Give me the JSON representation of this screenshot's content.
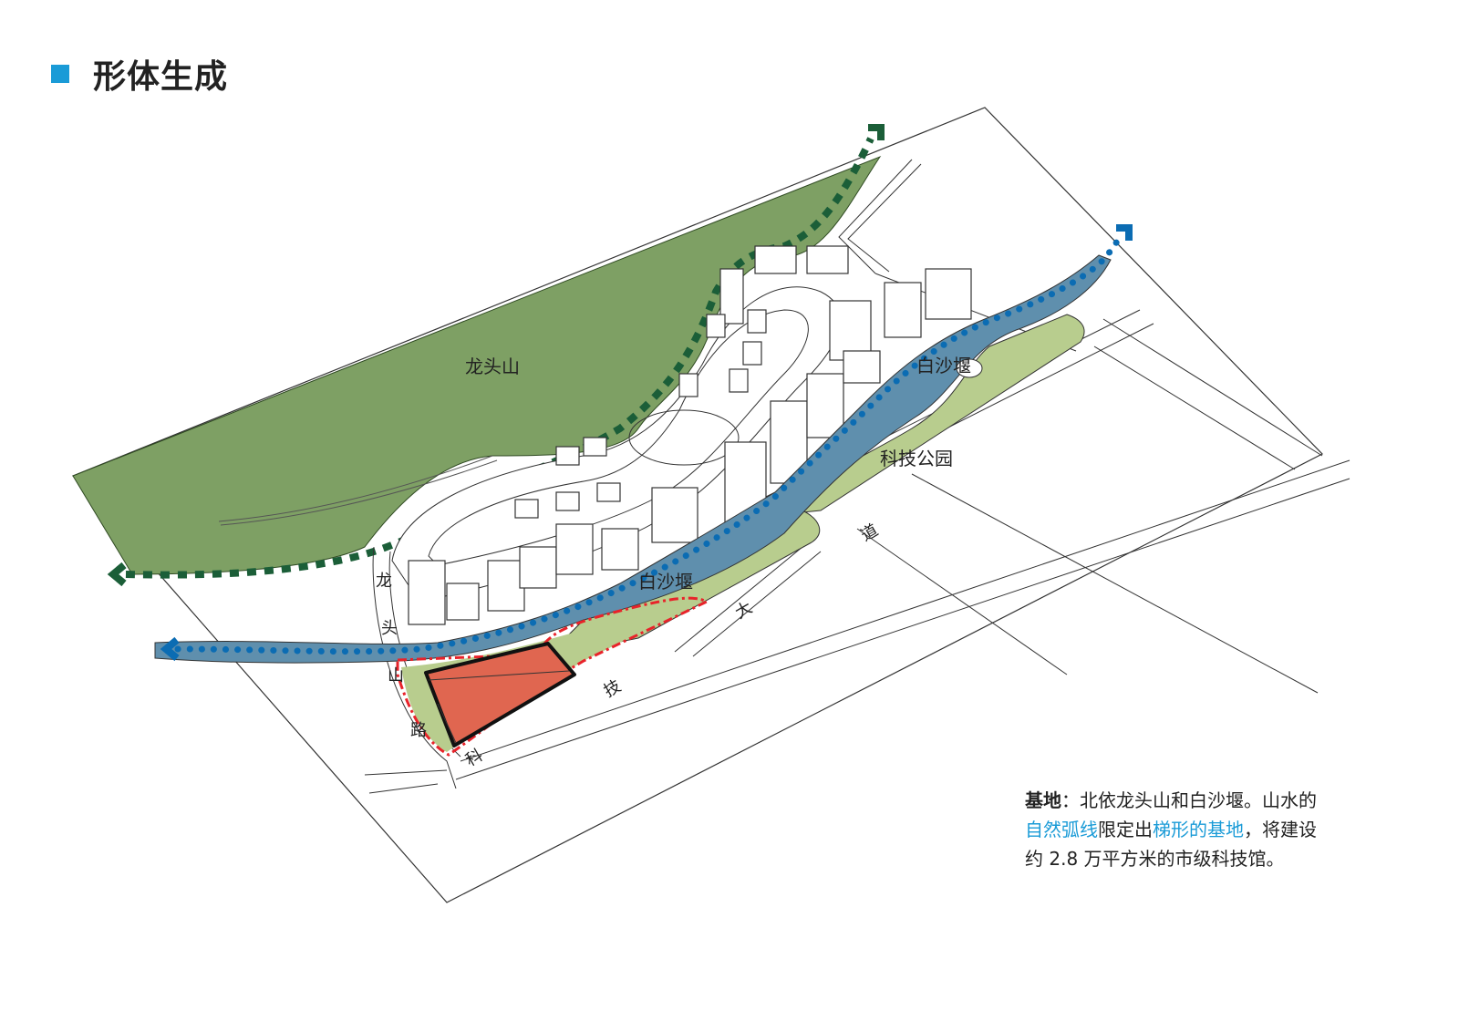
{
  "header": {
    "title": "形体生成",
    "accent_color": "#1a9bd7"
  },
  "map": {
    "labels": {
      "mountain": "龙头山",
      "river_upper": "白沙堰",
      "river_lower": "白沙堰",
      "park": "科技公园"
    },
    "roads": {
      "longtoushan_road": [
        "龙",
        "头",
        "山",
        "路"
      ],
      "keji_avenue": [
        "科",
        "技",
        "大",
        "道"
      ]
    },
    "colors": {
      "mountain": "#7ea064",
      "mountain_path": "#1b5e38",
      "water": "#5f8fad",
      "water_path": "#0b6cb3",
      "park": "#b8cd8e",
      "site_building": "#e06650",
      "site_boundary": "#e8232a",
      "outline": "#333333"
    },
    "legend_arrows": {
      "green_corridor": "mountain-ecological-corridor",
      "blue_corridor": "waterfront-corridor"
    }
  },
  "description": {
    "lead_bold": "基地",
    "sep": "：",
    "line1_rest": "北依龙头山和白沙堰。山水的",
    "hl1": "自然弧线",
    "mid": "限定出",
    "hl2": "梯形的基地",
    "line2_rest": "，将建设",
    "line3": "约 2.8 万平方米的市级科技馆。"
  }
}
